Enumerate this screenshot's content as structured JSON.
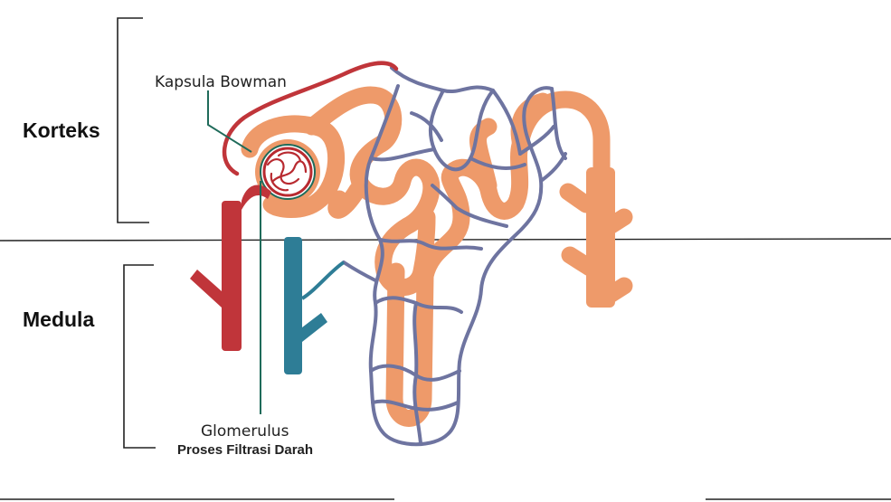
{
  "labels": {
    "cortex": "Korteks",
    "medulla": "Medula",
    "bowman": "Kapsula Bowman",
    "glomerulus": "Glomerulus",
    "filtration": "Proses Filtrasi Darah"
  },
  "colors": {
    "tubule": "#EE9A6A",
    "tubule_dark": "#D9805A",
    "capillary": "#6E74A0",
    "artery": "#C0353A",
    "vein": "#2E7D96",
    "glomerulus_inner": "#B82A30",
    "leader_line": "#1F6B5A",
    "divider": "#222222",
    "bracket": "#222222"
  }
}
